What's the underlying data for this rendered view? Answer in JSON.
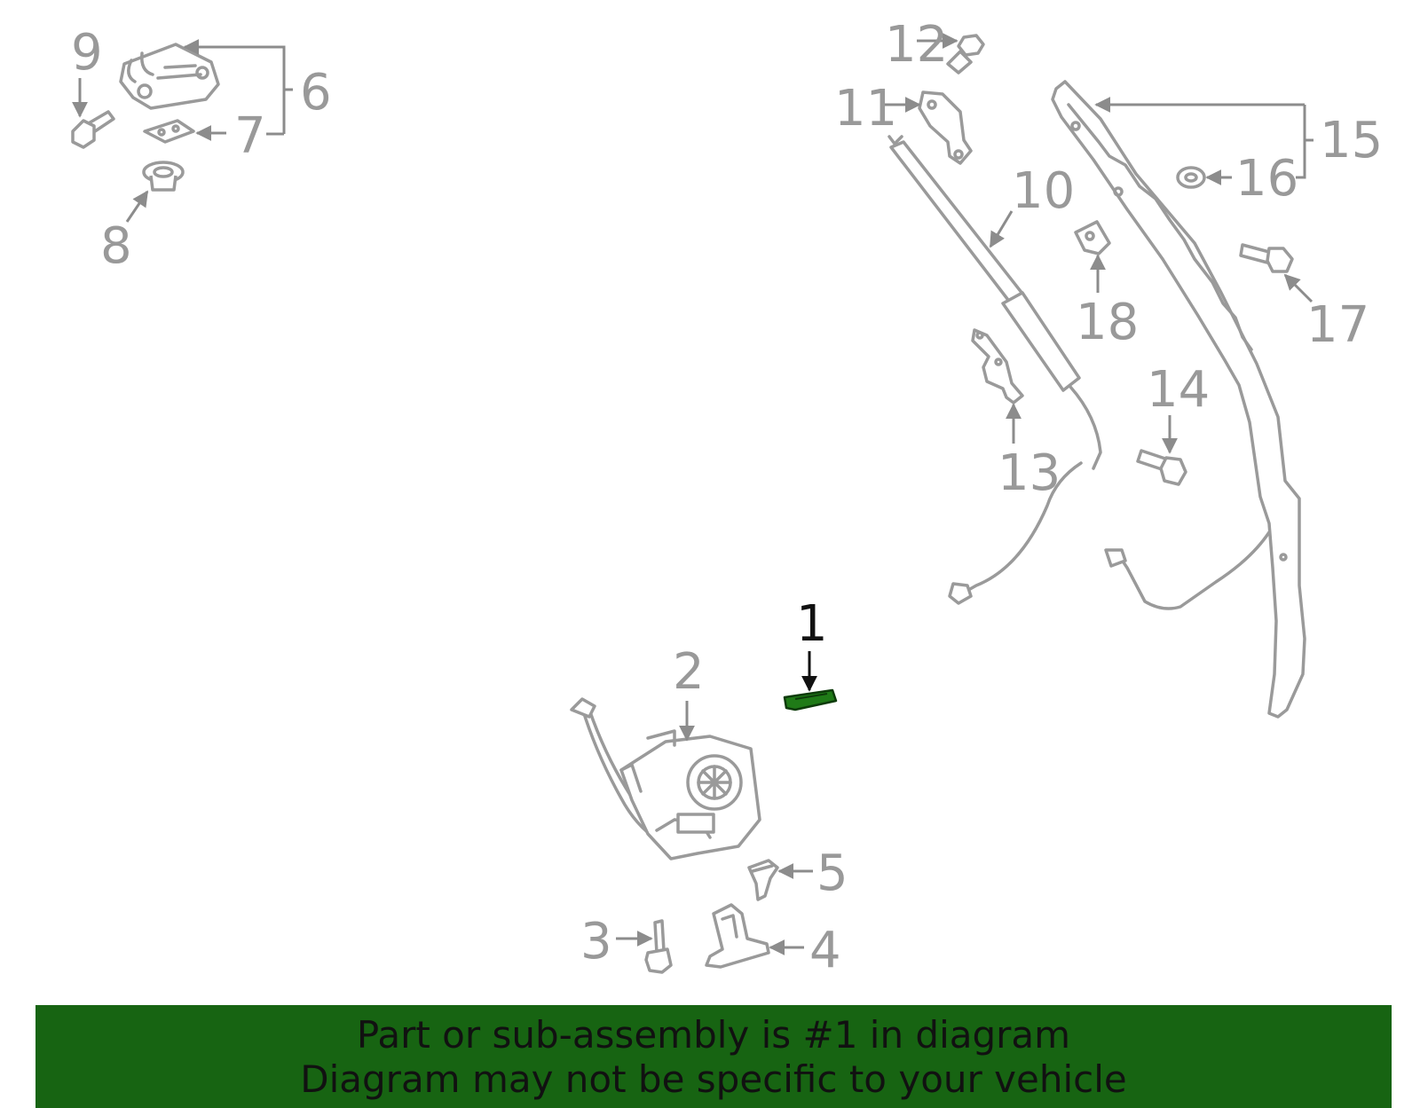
{
  "callouts": {
    "c1": "1",
    "c2": "2",
    "c3": "3",
    "c4": "4",
    "c5": "5",
    "c6": "6",
    "c7": "7",
    "c8": "8",
    "c9": "9",
    "c10": "10",
    "c11": "11",
    "c12": "12",
    "c13": "13",
    "c14": "14",
    "c15": "15",
    "c16": "16",
    "c17": "17",
    "c18": "18"
  },
  "highlight": {
    "part_number": "1",
    "color": "#1f7a17"
  },
  "banner": {
    "line1": "Part or sub-assembly is #1 in diagram",
    "line2": "Diagram may not be specific to your vehicle",
    "background": "#176412"
  }
}
